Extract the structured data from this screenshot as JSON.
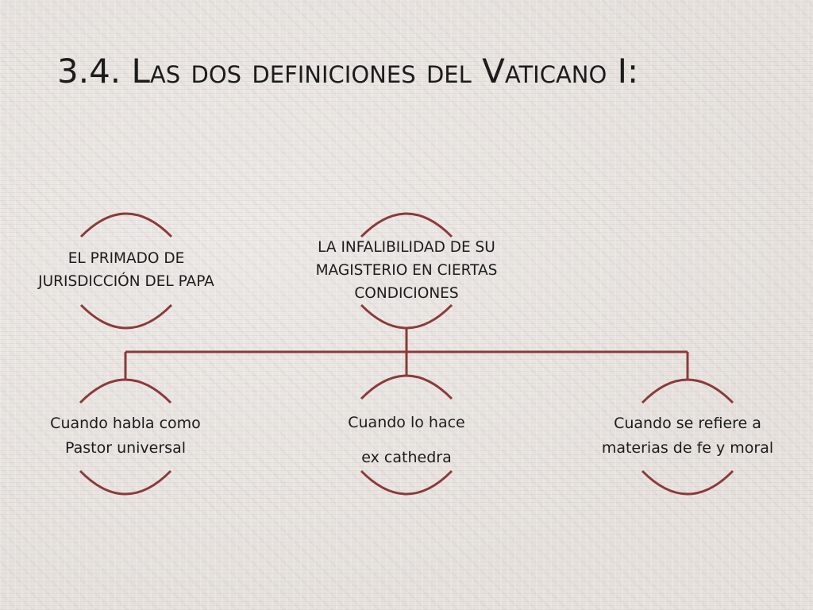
{
  "slide": {
    "title": {
      "prefix": "3.4. L",
      "rest1": "as dos definiciones del ",
      "cap2": "V",
      "rest2": "aticano ",
      "cap3": "I:"
    }
  },
  "nodes": {
    "primado": {
      "lines": [
        "EL PRIMADO DE",
        "JURISDICCIÓN DEL PAPA"
      ]
    },
    "infalibilidad": {
      "lines": [
        "LA INFALIBILIDAD DE SU",
        "MAGISTERIO EN CIERTAS",
        "CONDICIONES"
      ]
    },
    "pastor": {
      "lines": [
        "Cuando habla como",
        "Pastor universal"
      ]
    },
    "cathedra": {
      "lines": [
        "Cuando lo hace",
        "ex cathedra"
      ]
    },
    "materias": {
      "lines": [
        "Cuando se refiere a",
        "materias de fe y moral"
      ]
    }
  },
  "colors": {
    "accent": "#8b3a3a",
    "text": "#1c1c1c"
  }
}
